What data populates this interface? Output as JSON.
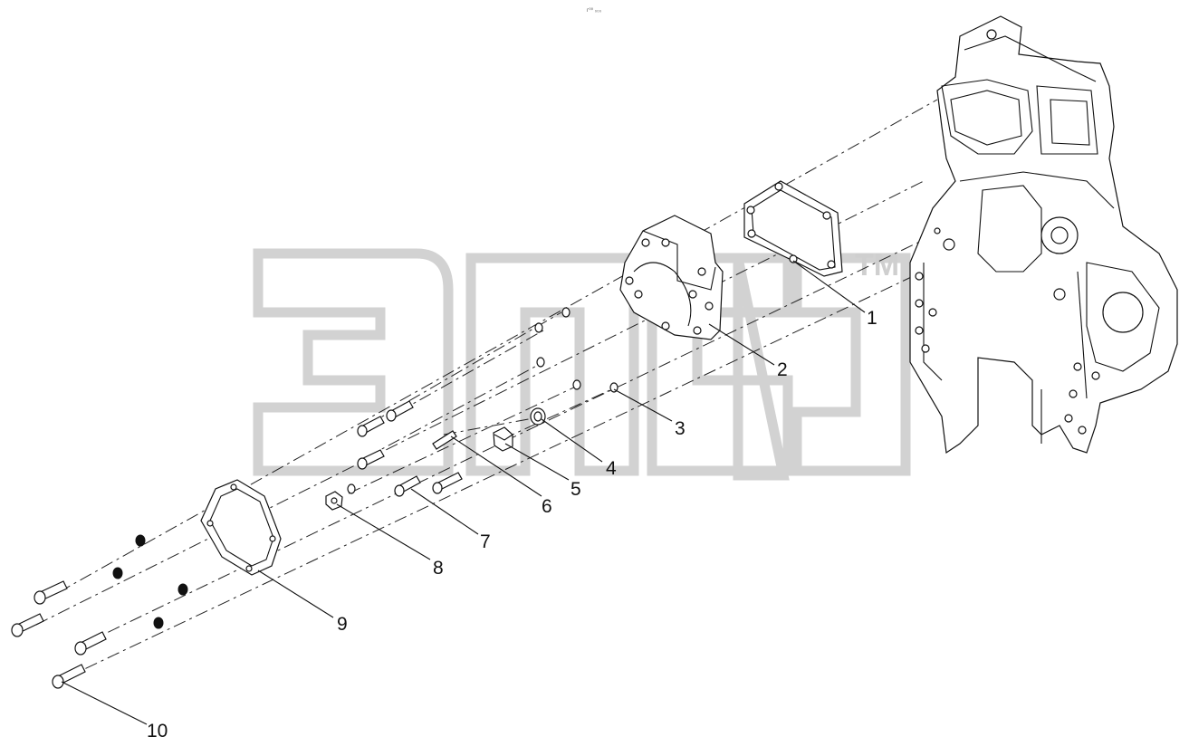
{
  "header": {
    "code": "г⁰⁰ ₀₀₀"
  },
  "watermark": {
    "trademark": "TM"
  },
  "callouts": [
    {
      "id": "1",
      "label": "1"
    },
    {
      "id": "2",
      "label": "2"
    },
    {
      "id": "3",
      "label": "3"
    },
    {
      "id": "4",
      "label": "4"
    },
    {
      "id": "5",
      "label": "5"
    },
    {
      "id": "6",
      "label": "6"
    },
    {
      "id": "7",
      "label": "7"
    },
    {
      "id": "8",
      "label": "8"
    },
    {
      "id": "9",
      "label": "9"
    },
    {
      "id": "10",
      "label": "10"
    }
  ]
}
